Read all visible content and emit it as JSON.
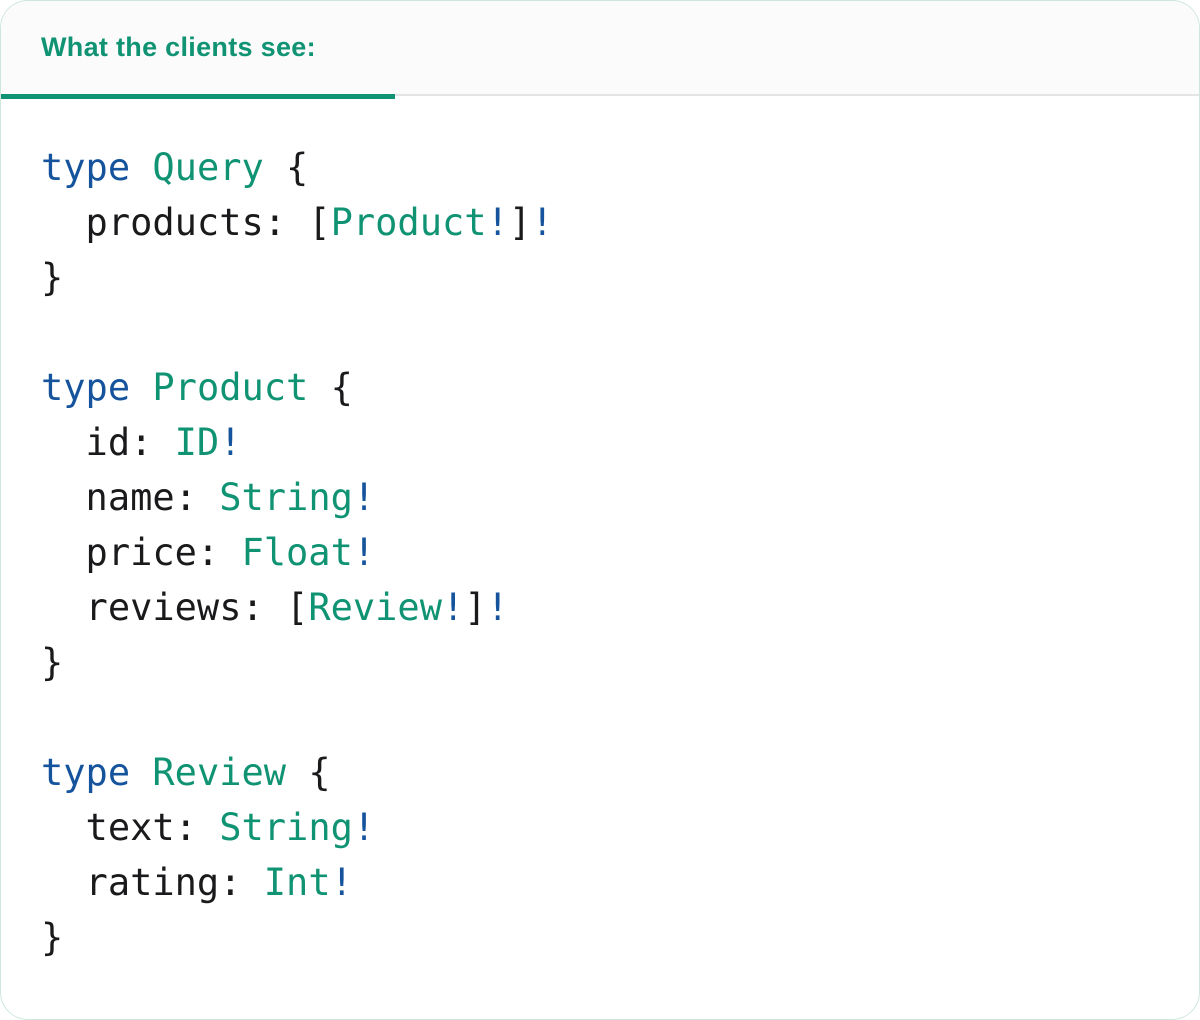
{
  "panel": {
    "tab": {
      "label": "What the clients see:"
    },
    "colors": {
      "teal": "#0f9373",
      "blue": "#15549c",
      "code_text": "#1a1a1c",
      "header_bg": "#fbfbfb",
      "divider": "#e4e4e6",
      "panel_border": "#cfe7db"
    }
  },
  "code": {
    "language": "graphql",
    "lines": [
      [
        [
          "type",
          "kw"
        ],
        [
          " ",
          "p"
        ],
        [
          "Query",
          "ty"
        ],
        [
          " {",
          "p"
        ]
      ],
      [
        [
          "  products: [",
          "p"
        ],
        [
          "Product",
          "ty"
        ],
        [
          "!",
          "bang"
        ],
        [
          "]",
          "p"
        ],
        [
          "!",
          "bang"
        ]
      ],
      [
        [
          "}",
          "p"
        ]
      ],
      [],
      [
        [
          "type",
          "kw"
        ],
        [
          " ",
          "p"
        ],
        [
          "Product",
          "ty"
        ],
        [
          " {",
          "p"
        ]
      ],
      [
        [
          "  id: ",
          "p"
        ],
        [
          "ID",
          "ty"
        ],
        [
          "!",
          "bang"
        ]
      ],
      [
        [
          "  name: ",
          "p"
        ],
        [
          "String",
          "ty"
        ],
        [
          "!",
          "bang"
        ]
      ],
      [
        [
          "  price: ",
          "p"
        ],
        [
          "Float",
          "ty"
        ],
        [
          "!",
          "bang"
        ]
      ],
      [
        [
          "  reviews: [",
          "p"
        ],
        [
          "Review",
          "ty"
        ],
        [
          "!",
          "bang"
        ],
        [
          "]",
          "p"
        ],
        [
          "!",
          "bang"
        ]
      ],
      [
        [
          "}",
          "p"
        ]
      ],
      [],
      [
        [
          "type",
          "kw"
        ],
        [
          " ",
          "p"
        ],
        [
          "Review",
          "ty"
        ],
        [
          " {",
          "p"
        ]
      ],
      [
        [
          "  text: ",
          "p"
        ],
        [
          "String",
          "ty"
        ],
        [
          "!",
          "bang"
        ]
      ],
      [
        [
          "  rating: ",
          "p"
        ],
        [
          "Int",
          "ty"
        ],
        [
          "!",
          "bang"
        ]
      ],
      [
        [
          "}",
          "p"
        ]
      ]
    ]
  }
}
